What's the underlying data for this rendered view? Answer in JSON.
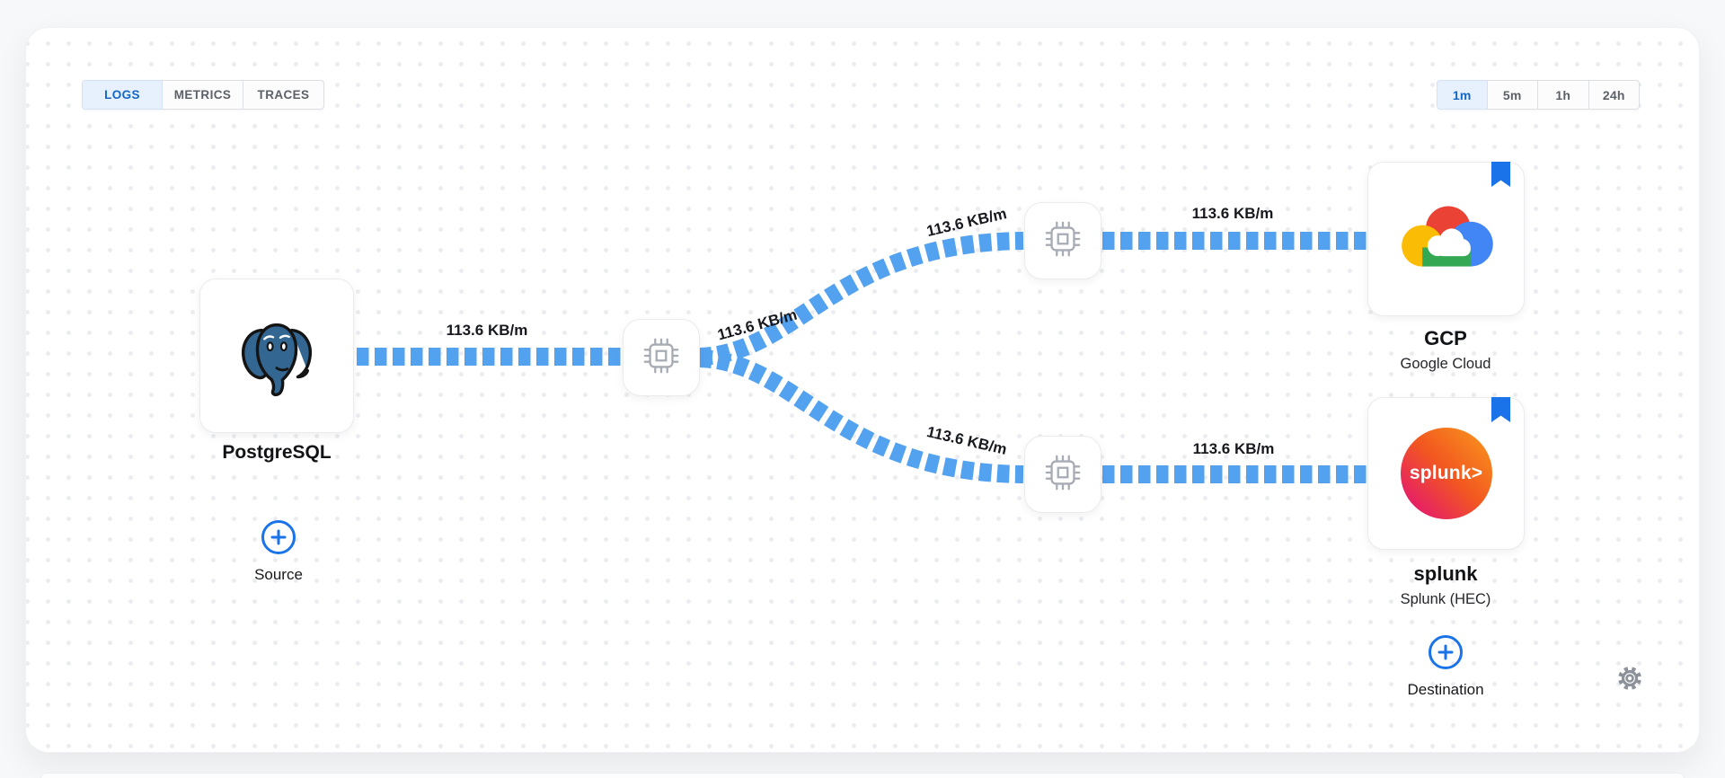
{
  "view_tabs": {
    "items": [
      {
        "label": "LOGS",
        "active": true
      },
      {
        "label": "METRICS",
        "active": false
      },
      {
        "label": "TRACES",
        "active": false
      }
    ]
  },
  "time_ranges": {
    "items": [
      {
        "label": "1m",
        "active": true
      },
      {
        "label": "5m",
        "active": false
      },
      {
        "label": "1h",
        "active": false
      },
      {
        "label": "24h",
        "active": false
      }
    ]
  },
  "pipeline": {
    "source": {
      "title": "PostgreSQL",
      "icon": "postgresql-icon"
    },
    "processors": [
      {
        "icon": "cpu-icon"
      },
      {
        "icon": "cpu-icon"
      },
      {
        "icon": "cpu-icon"
      }
    ],
    "destinations": [
      {
        "title": "GCP",
        "subtitle": "Google Cloud",
        "icon": "google-cloud-icon",
        "bookmarked": true
      },
      {
        "title": "splunk",
        "subtitle": "Splunk (HEC)",
        "icon": "splunk-icon",
        "logo_text": "splunk>",
        "bookmarked": true
      }
    ],
    "edge_rates": {
      "source_to_processor": "113.6 KB/m",
      "fork_upper_branch": "113.6 KB/m",
      "upper_branch_to_processor": "113.6 KB/m",
      "processor_to_gcp": "113.6 KB/m",
      "lower_branch_to_processor": "113.6 KB/m",
      "processor_to_splunk": "113.6 KB/m"
    }
  },
  "actions": {
    "add_source_label": "Source",
    "add_destination_label": "Destination"
  },
  "colors": {
    "accent_blue": "#1a73e8",
    "edge_blue": "#53a2f0",
    "active_segment_bg": "#e7f1fd"
  }
}
